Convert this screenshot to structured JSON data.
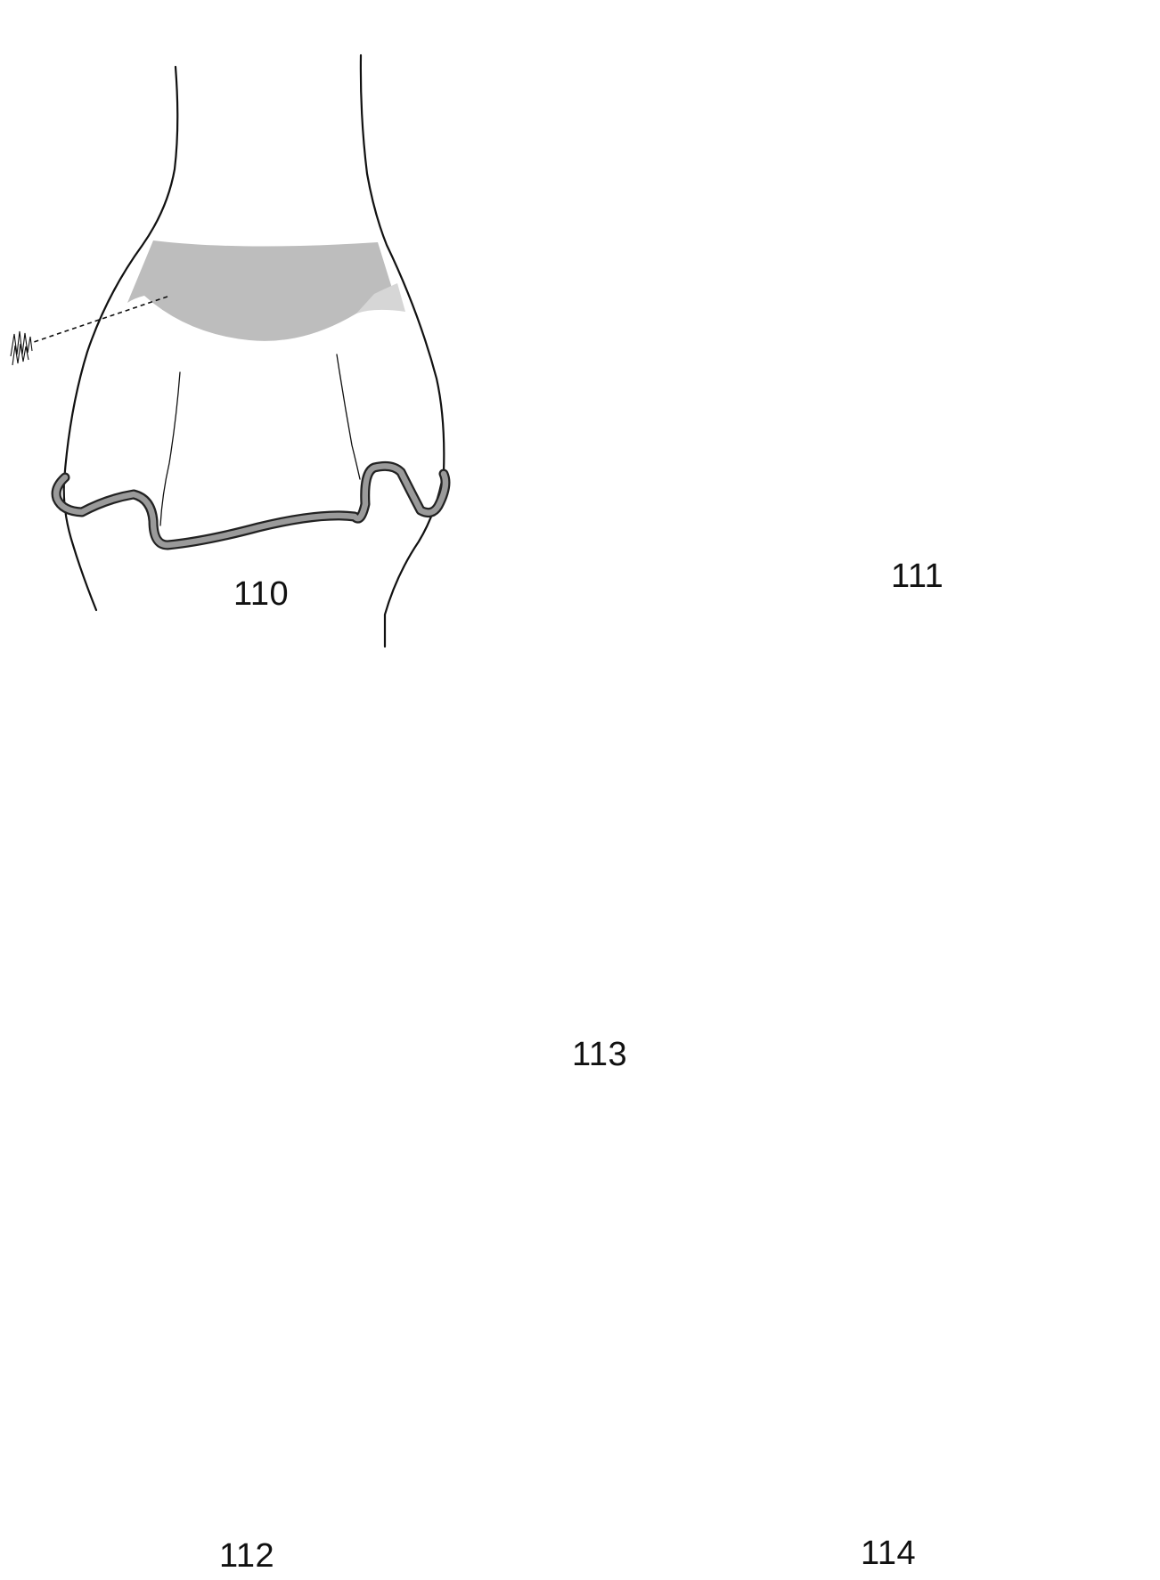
{
  "figures": [
    {
      "id": "fig-110",
      "label": "110"
    },
    {
      "id": "fig-111",
      "label": "111"
    },
    {
      "id": "fig-112",
      "label": "112"
    },
    {
      "id": "fig-113",
      "label": "113"
    },
    {
      "id": "fig-114",
      "label": "114"
    }
  ],
  "colors": {
    "background": "#ffffff",
    "outline": "#111111",
    "band_dark": "#bdbdbd",
    "band_light": "#d6d6d6",
    "rim": "#9a9a9a"
  }
}
